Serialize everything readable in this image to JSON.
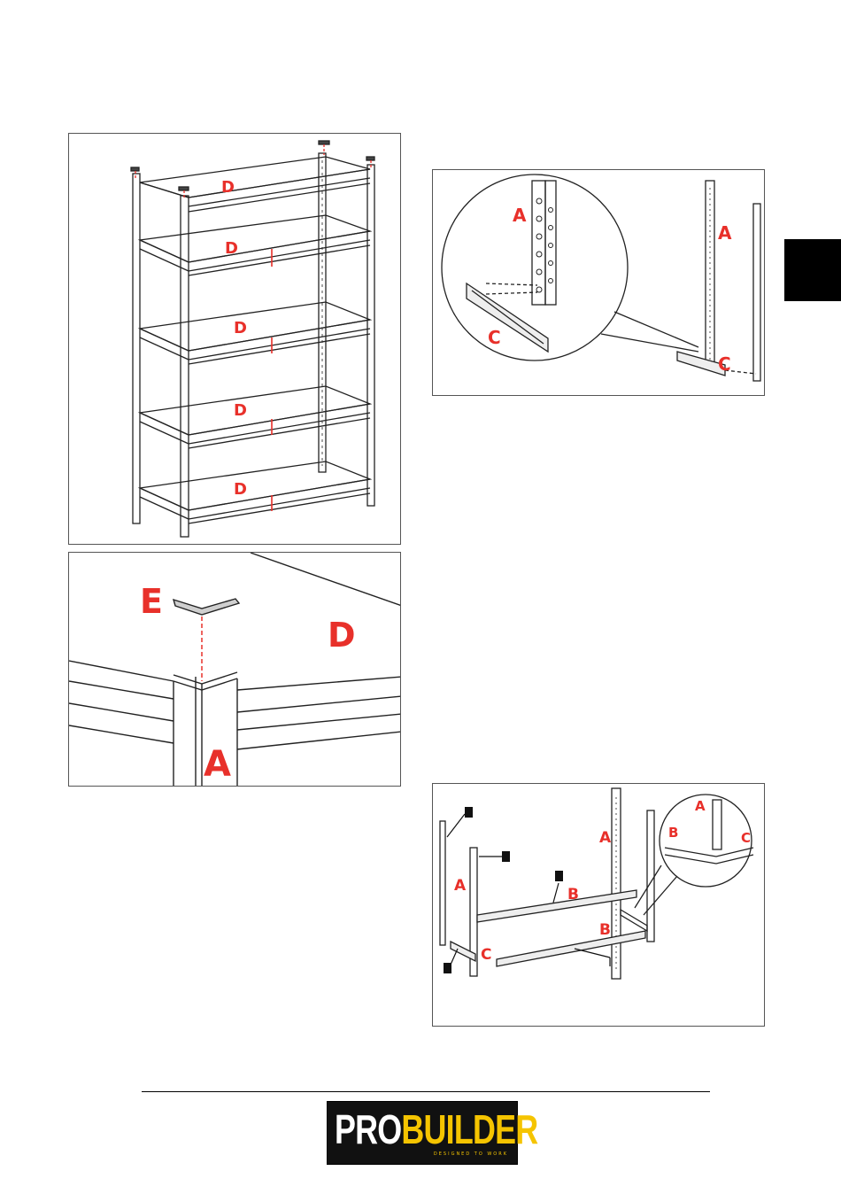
{
  "labels": {
    "upright": "A",
    "beam_long": "B",
    "beam_short": "C",
    "shelf": "D",
    "cap": "E"
  },
  "logo": {
    "pro": "PRO",
    "builder": "BUILDER",
    "tagline": "DESIGNED TO WORK"
  },
  "colors": {
    "label_red": "#e8302a",
    "logo_yellow": "#f5c400",
    "logo_bg": "#111111",
    "tab_black": "#000000"
  }
}
